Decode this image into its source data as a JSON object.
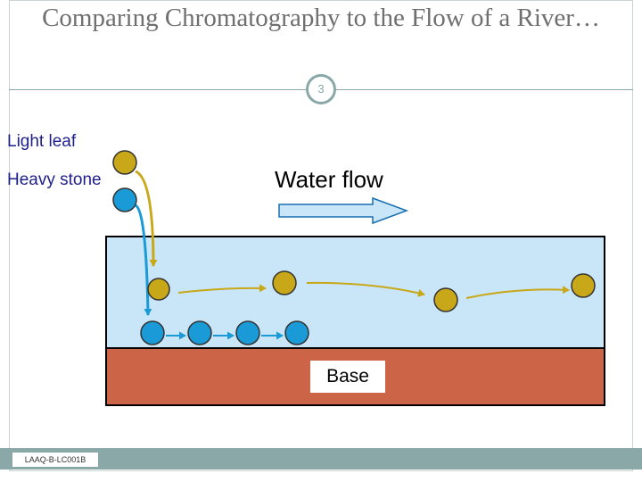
{
  "slide": {
    "title": "Comparing Chromatography to the Flow of a River…",
    "page_number": "3",
    "footer_code": "LAAQ-B-LC001B"
  },
  "diagram": {
    "labels": {
      "light": "Light leaf",
      "heavy": "Heavy stone",
      "flow": "Water flow",
      "base": "Base"
    },
    "colors": {
      "leaf": "#c8a819",
      "stone": "#1a9ad6",
      "water": "#c8e6f7",
      "base": "#cc6448",
      "accent": "#8aa8a8"
    }
  }
}
